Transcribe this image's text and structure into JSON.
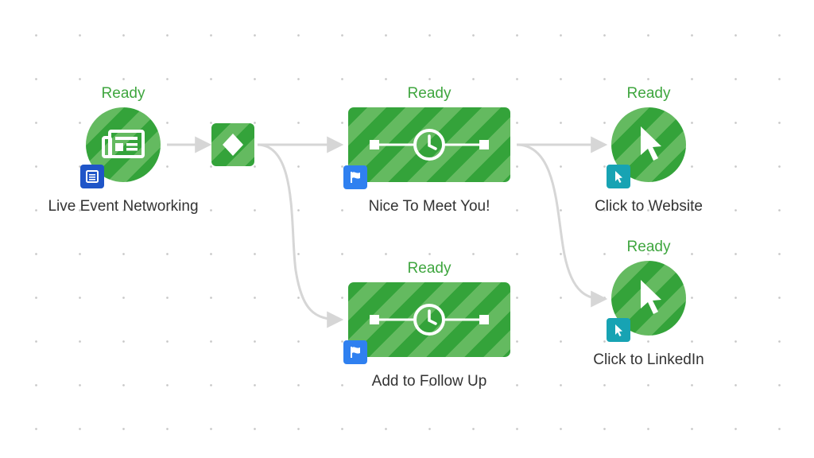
{
  "colors": {
    "stripe_dark": "#34a33a",
    "stripe_light": "#64ba60",
    "status_text": "#3fa63f",
    "label_text": "#333333",
    "connector": "#d6d6d6",
    "badge_newsletter": "#1f55c8",
    "badge_flag": "#2f80f0",
    "badge_click": "#17a3b3"
  },
  "nodes": {
    "live_event": {
      "status": "Ready",
      "label": "Live Event Networking",
      "icon": "newsletter-icon",
      "badge": "newsletter-badge-icon"
    },
    "split": {
      "icon": "diamond-icon"
    },
    "nice_to_meet": {
      "status": "Ready",
      "label": "Nice To Meet You!",
      "icon": "clock-timeline-icon",
      "badge": "flag-icon"
    },
    "add_follow_up": {
      "status": "Ready",
      "label": "Add to Follow Up",
      "icon": "clock-timeline-icon",
      "badge": "flag-icon"
    },
    "click_website": {
      "status": "Ready",
      "label": "Click to Website",
      "icon": "cursor-icon",
      "badge": "cursor-badge-icon"
    },
    "click_linkedin": {
      "status": "Ready",
      "label": "Click to LinkedIn",
      "icon": "cursor-icon",
      "badge": "cursor-badge-icon"
    }
  }
}
